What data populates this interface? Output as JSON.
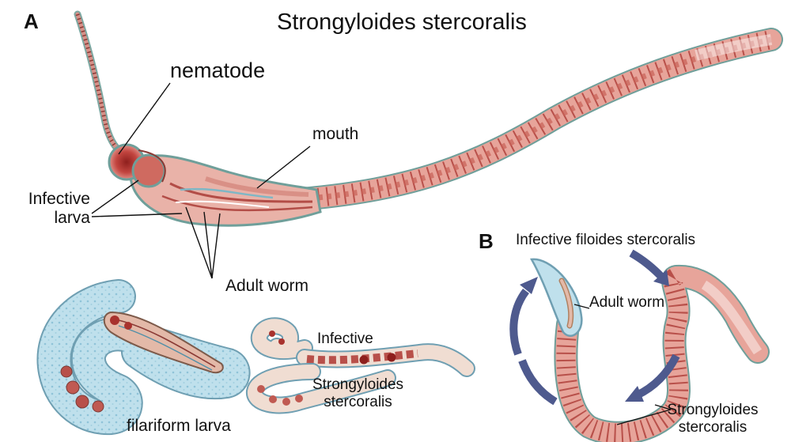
{
  "panel_a": "A",
  "panel_b": "B",
  "title": "Strongyloides stercoralis",
  "labels": {
    "nematode": "nematode",
    "mouth": "mouth",
    "infective_larva_line1": "Infective",
    "infective_larva_line2": "larva",
    "adult_worm_a": "Adult worm",
    "filariform_larva": "filariform larva",
    "infective_small": "Infective",
    "strongyloides_small_1": "Strongyloides",
    "strongyloides_small_2": "stercoralis",
    "infective_filoides": "Infective filoides stercoralis",
    "adult_worm_b": "Adult worm",
    "strongyloides_b_1": "Strongyloides",
    "strongyloides_b_2": "stercoralis"
  },
  "colors": {
    "worm_body": "#e7a49a",
    "worm_segment": "#b8504a",
    "worm_outline": "#6f9f9a",
    "head": "#c2453f",
    "sheath": "#b9dbe8",
    "arrow": "#4e5a8e",
    "leader": "#111111"
  }
}
